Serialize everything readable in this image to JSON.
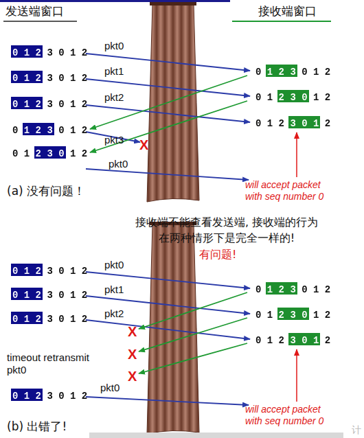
{
  "diagram": {
    "labels": [
      "发送端窗口",
      "接收端窗口",
      "0 1 2 3 0 1 2",
      "0 1 2 3 0 1 2",
      "0 1 2 3 0 1 2",
      "0 1 2 3 0 1 2",
      "0 1 2 3 0 1 2",
      "0 1 2 3 0 1 2",
      "0 1 2 3 0 1 2",
      "0 1 2 3 0 1 2",
      "pkt0",
      "pkt1",
      "pkt2",
      "pkt3",
      "pkt0",
      "X",
      "will accept packet with seq number 0",
      "(a) 没有问题！",
      "接收端不能查看发送端, 接收端的行为 在两种情形下是完全一样的!",
      "有问题!",
      "0 1 2 3 0 1 2",
      "0 1 2 3 0 1 2",
      "0 1 2 3 0 1 2",
      "timeout retransmit pkt0",
      "0 1 2 3 0 1 2",
      "0 1 2 3 0 1 2",
      "0 1 2 3 0 1 2",
      "0 1 2 3 0 1 2",
      "pkt0",
      "pkt1",
      "pkt2",
      "pkt0",
      "X",
      "X",
      "X",
      "will accept packet with seq number 0",
      "(b) 出错了!",
      "计"
    ]
  }
}
